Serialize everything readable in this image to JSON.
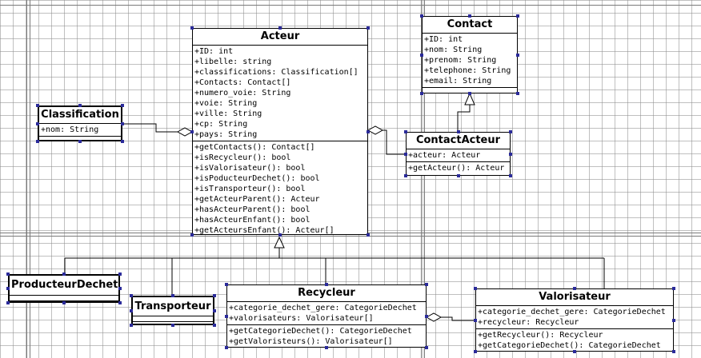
{
  "classes": {
    "acteur": {
      "name": "Acteur",
      "attributes": [
        "+ID: int",
        "+libelle: string",
        "+classifications: Classification[]",
        "+Contacts: Contact[]",
        "+numero_voie: String",
        "+voie: String",
        "+ville: String",
        "+cp: String",
        "+pays: String"
      ],
      "methods": [
        "+getContacts(): Contact[]",
        "+isRecycleur(): bool",
        "+isValorisateur(): bool",
        "+isPoducteurDechet(): bool",
        "+isTransporteur(): bool",
        "+getActeurParent(): Acteur",
        "+hasActeurParent(): bool",
        "+hasActeurEnfant(): bool",
        "+getActeursEnfant(): Acteur[]"
      ]
    },
    "contact": {
      "name": "Contact",
      "attributes": [
        "+ID: int",
        "+nom: String",
        "+prenom: String",
        "+telephone: String",
        "+email: String"
      ],
      "methods": []
    },
    "classification": {
      "name": "Classification",
      "attributes": [
        "+nom: String"
      ],
      "methods": []
    },
    "contact_acteur": {
      "name": "ContactActeur",
      "attributes": [
        "+acteur: Acteur"
      ],
      "methods": [
        "+getActeur(): Acteur"
      ]
    },
    "producteur": {
      "name": "ProducteurDechet"
    },
    "transporteur": {
      "name": "Transporteur"
    },
    "recycleur": {
      "name": "Recycleur",
      "attributes": [
        "+categorie_dechet_gere: CategorieDechet",
        "+valorisateurs: Valorisateur[]"
      ],
      "methods": [
        "+getCategorieDechet(): CategorieDechet",
        "+getValoristeurs(): Valorisateur[]"
      ]
    },
    "valorisateur": {
      "name": "Valorisateur",
      "attributes": [
        "+categorie_dechet_gere: CategorieDechet",
        "+recycleur: Recycleur"
      ],
      "methods": [
        "+getRecycleur(): Recycleur",
        "+getCategorieDechet(): CategorieDechet"
      ]
    }
  },
  "relations": [
    {
      "type": "aggregation",
      "whole": "Acteur",
      "part": "Classification"
    },
    {
      "type": "aggregation",
      "whole": "Acteur",
      "part": "ContactActeur"
    },
    {
      "type": "generalization",
      "parent": "Contact",
      "child": "ContactActeur"
    },
    {
      "type": "generalization",
      "parent": "Acteur",
      "child": "ProducteurDechet"
    },
    {
      "type": "generalization",
      "parent": "Acteur",
      "child": "Transporteur"
    },
    {
      "type": "generalization",
      "parent": "Acteur",
      "child": "Recycleur"
    },
    {
      "type": "generalization",
      "parent": "Acteur",
      "child": "Valorisateur"
    },
    {
      "type": "aggregation",
      "whole": "Recycleur",
      "part": "Valorisateur"
    }
  ]
}
